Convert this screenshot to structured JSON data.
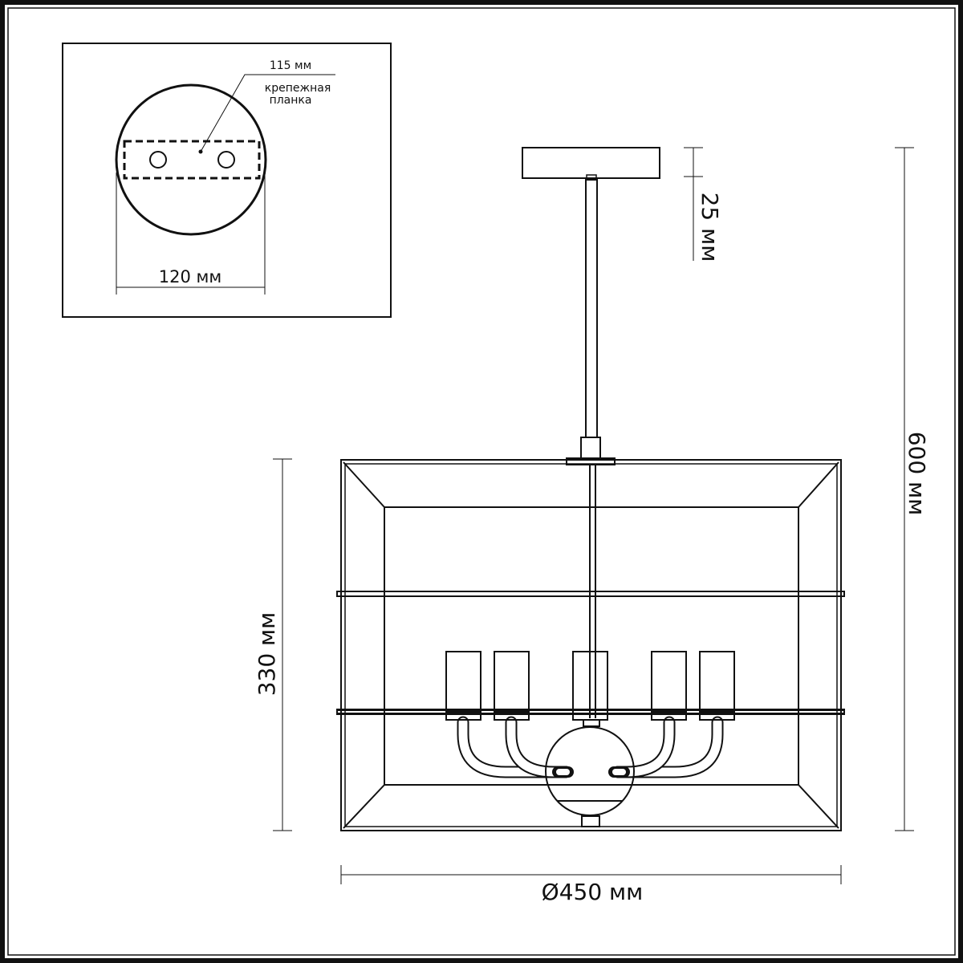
{
  "inset": {
    "bracket_width": "115 мм",
    "bracket_label_line1": "крепежная",
    "bracket_label_line2": "планка",
    "canopy_diameter": "120 мм"
  },
  "dimensions": {
    "canopy_height": "25 мм",
    "total_height": "600 мм",
    "shade_height": "330 мм",
    "diameter": "Ø450 мм"
  },
  "colors": {
    "line": "#111111",
    "background": "#ffffff"
  }
}
